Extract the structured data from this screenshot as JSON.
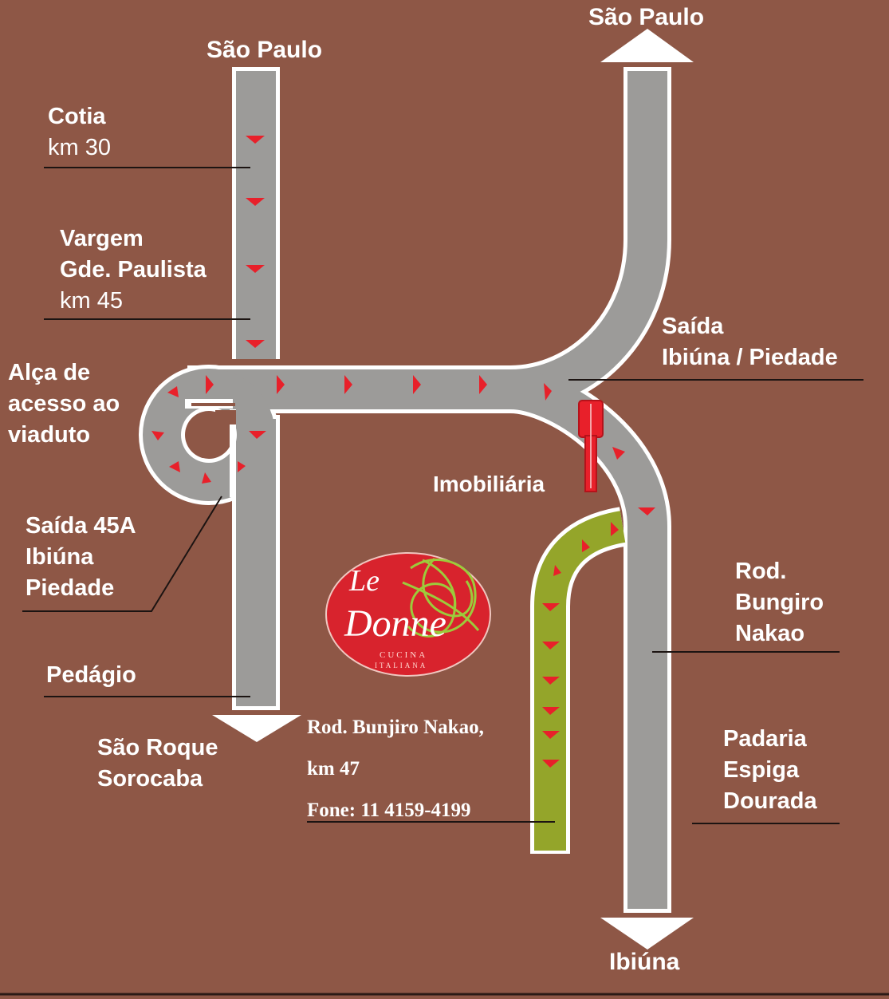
{
  "labels": {
    "sao_paulo_left": "São Paulo",
    "sao_paulo_right": "São Paulo",
    "cotia": "Cotia",
    "cotia_km": "km 30",
    "vargem_l1": "Vargem",
    "vargem_l2": "Gde. Paulista",
    "vargem_km": "km 45",
    "alca_l1": "Alça de",
    "alca_l2": "acesso ao",
    "alca_l3": "viaduto",
    "saida45_l1": "Saída 45A",
    "saida45_l2": "Ibiúna",
    "saida45_l3": "Piedade",
    "pedagio": "Pedágio",
    "sao_roque_l1": "São Roque",
    "sao_roque_l2": "Sorocaba",
    "saida_ibiuna_l1": "Saída",
    "saida_ibiuna_l2": "Ibiúna / Piedade",
    "imobiliaria": "Imobiliária",
    "rod_l1": "Rod.",
    "rod_l2": "Bungiro",
    "rod_l3": "Nakao",
    "padaria_l1": "Padaria",
    "padaria_l2": "Espiga",
    "padaria_l3": "Dourada",
    "ibiuna": "Ibiúna"
  },
  "address": {
    "line1": "Rod. Bunjiro Nakao,",
    "line2": "km 47",
    "line3": "Fone: 11 4159-4199"
  },
  "logo": {
    "script_le": "Le",
    "script_donne": "Donne",
    "sub1": "CUCINA",
    "sub2": "ITALIANA"
  },
  "icons": [
    "road-arrow-icon",
    "pin-marker-icon",
    "direction-arrow-icon",
    "logo-emblem"
  ],
  "colors": {
    "background": "#8e5746",
    "road": "#9c9b99",
    "road_outline": "#ffffff",
    "local_road": "#94a52a",
    "arrow": "#e8202a",
    "logo_red": "#d8232d",
    "logo_green": "#9ccb3b"
  }
}
